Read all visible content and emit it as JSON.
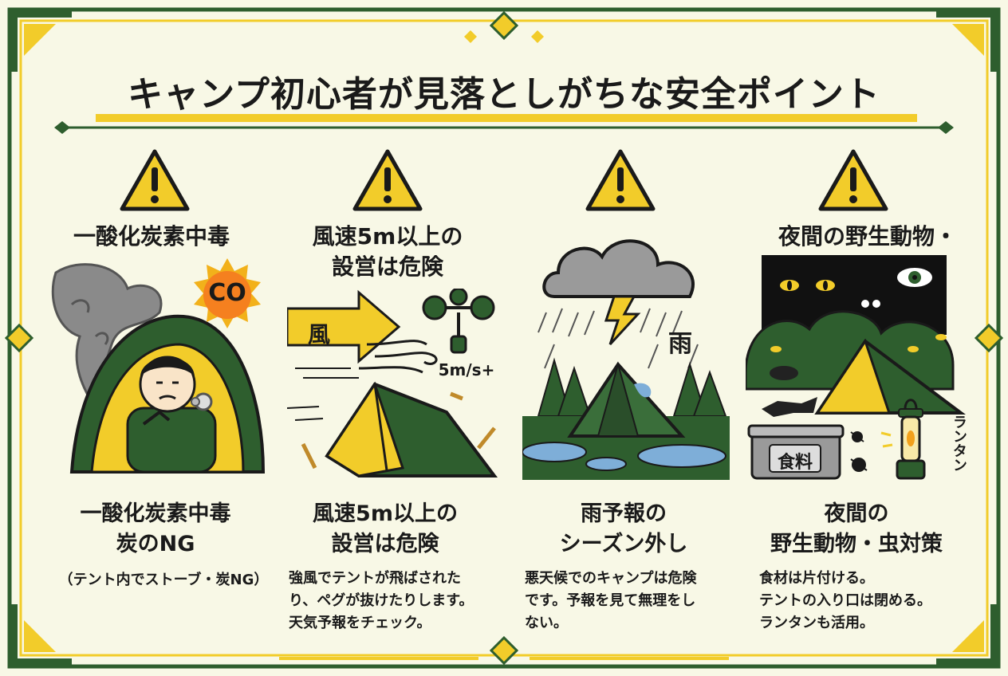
{
  "title": "キャンプ初心者が見落としがちな安全ポイント",
  "colors": {
    "green": "#2e5e2e",
    "yellow": "#f2cc2a",
    "cream": "#f8f8e6",
    "dark": "#1a1a1a"
  },
  "panels": [
    {
      "heading": "一酸化炭素中毒",
      "badge": "CO",
      "caption_line1": "一酸化炭素中毒",
      "caption_line2": "炭のNG",
      "desc_lines": [
        "（テント内でストーブ・炭NG）"
      ]
    },
    {
      "heading_line1": "風速5m以上の",
      "heading_line2": "設営は危険",
      "arrow_label": "風",
      "speed_label": "5m/s+",
      "caption_line1": "風速5m以上の",
      "caption_line2": "設営は危険",
      "desc_lines": [
        "強風でテントが飛ばされた",
        "り、ペグが抜けたりします。",
        "天気予報をチェック。"
      ]
    },
    {
      "rain_label": "雨",
      "caption_line1": "雨予報の",
      "caption_line2": "シーズン外し",
      "desc_lines": [
        "悪天候でのキャンプは危険",
        "です。予報を見て無理をし",
        "ない。"
      ]
    },
    {
      "heading": "夜間の野生動物・",
      "food_label": "食料",
      "lantern_label": "ランタン",
      "caption_line1": "夜間の",
      "caption_line2": "野生動物・虫対策",
      "desc_lines": [
        "食材は片付ける。",
        "テントの入り口は閉める。",
        "ランタンも活用。"
      ]
    }
  ]
}
